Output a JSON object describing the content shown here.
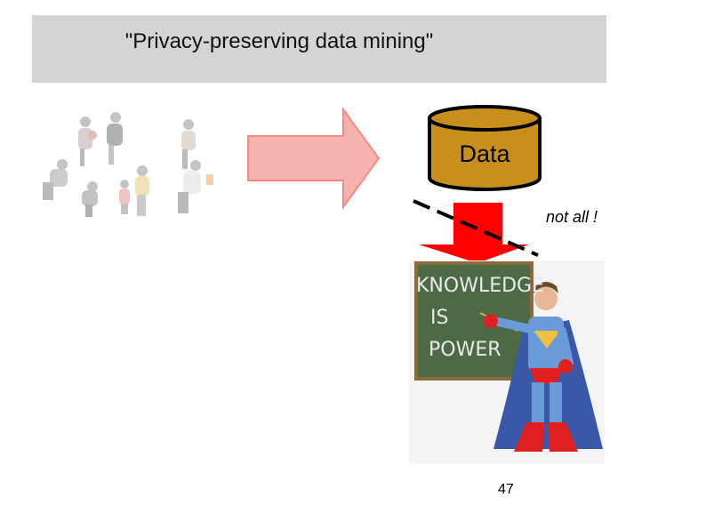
{
  "slide": {
    "title": "\"Privacy-preserving data mining\"",
    "database_label": "Data",
    "annotation": "not all !",
    "page_number": "47",
    "illustration_text": [
      "KNOWLEDGE",
      "IS",
      "POWER"
    ]
  },
  "colors": {
    "title_bg": "#d4d4d4",
    "db_fill": "#c8901a",
    "arrow_pink": "#f7b3ae",
    "arrow_red": "#ff0000",
    "chalkboard": "#4b6a45"
  },
  "icons": [
    "people-crowd-image",
    "right-arrow-icon",
    "database-icon",
    "down-arrow-icon",
    "dashed-cut-line",
    "knowledge-is-power-image"
  ]
}
